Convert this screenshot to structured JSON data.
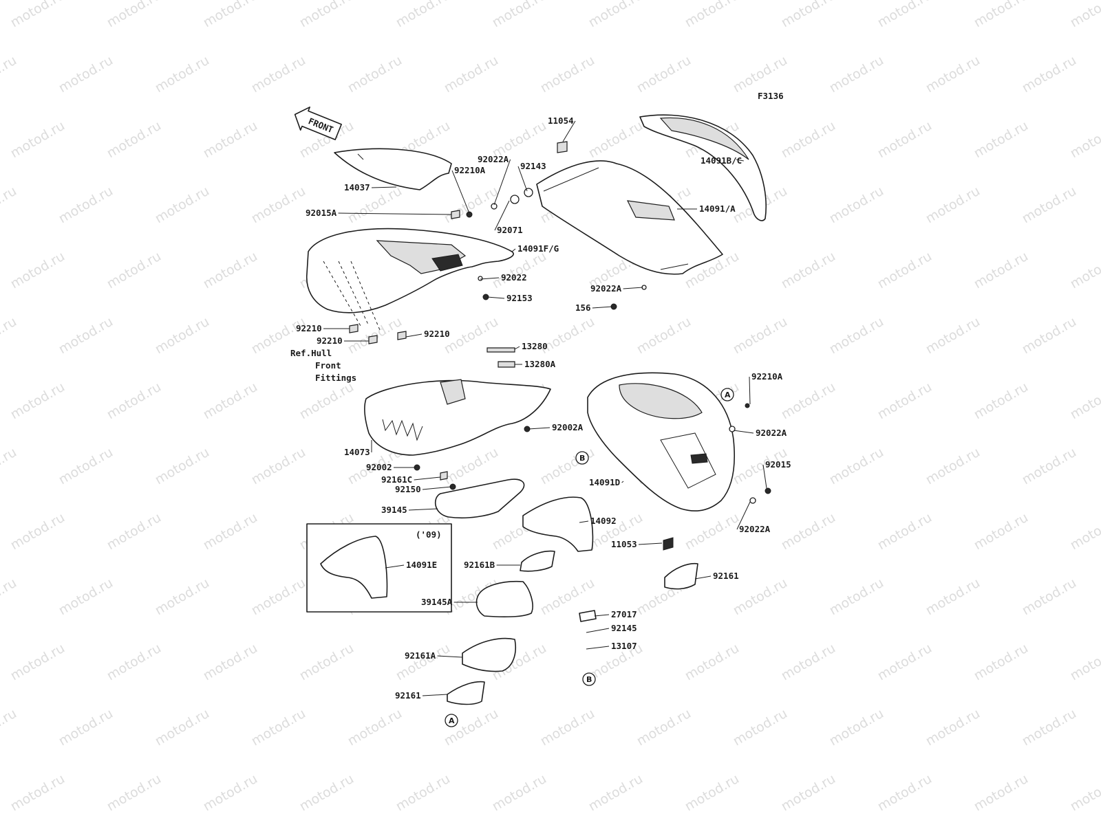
{
  "diagram": {
    "code": "F3136",
    "watermark": "motod.ru",
    "front_arrow_label": "FRONT",
    "year_note": "('09)",
    "ref_note": [
      "Ref.Hull",
      "Front",
      "Fittings"
    ],
    "callouts": [
      "A",
      "B"
    ],
    "labels": [
      "11054",
      "92022A",
      "92143",
      "92210A",
      "14037",
      "92015A",
      "92071",
      "14091B/C",
      "14091/A",
      "14091F/G",
      "92022",
      "92153",
      "92022A",
      "156",
      "92210",
      "92210",
      "92210",
      "13280",
      "13280A",
      "92210A",
      "92022A",
      "14073",
      "92002A",
      "92015",
      "92002",
      "92161C",
      "92150",
      "39145",
      "14091D",
      "14092",
      "92022A",
      "11053",
      "14091E",
      "92161B",
      "92161",
      "39145A",
      "27017",
      "92145",
      "13107",
      "92161A",
      "92161"
    ]
  }
}
